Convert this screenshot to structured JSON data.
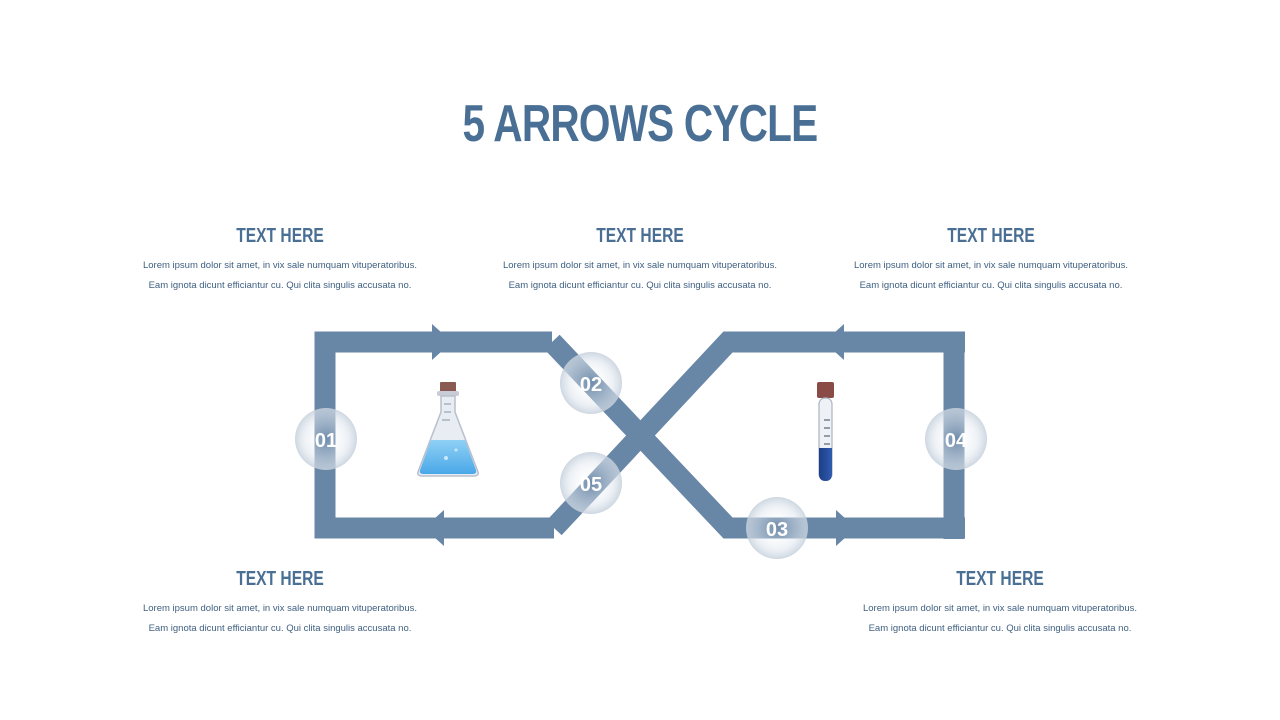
{
  "title": "5 ARROWS CYCLE",
  "colors": {
    "arrow": "#6886a6",
    "title": "#4a6f94",
    "text": "#3e5f80"
  },
  "blocks": [
    {
      "heading": "TEXT HERE",
      "line1": "Lorem ipsum dolor sit amet, in vix sale numquam vituperatoribus.",
      "line2": "Eam ignota dicunt efficiantur cu. Qui clita singulis accusata no."
    },
    {
      "heading": "TEXT HERE",
      "line1": "Lorem ipsum dolor sit amet, in vix sale numquam vituperatoribus.",
      "line2": "Eam ignota dicunt efficiantur cu. Qui clita singulis accusata no."
    },
    {
      "heading": "TEXT HERE",
      "line1": "Lorem ipsum dolor sit amet, in vix sale numquam vituperatoribus.",
      "line2": "Eam ignota dicunt efficiantur cu. Qui clita singulis accusata no."
    },
    {
      "heading": "TEXT HERE",
      "line1": "Lorem ipsum dolor sit amet, in vix sale numquam vituperatoribus.",
      "line2": "Eam ignota dicunt efficiantur cu. Qui clita singulis accusata no."
    },
    {
      "heading": "TEXT HERE",
      "line1": "Lorem ipsum dolor sit amet, in vix sale numquam vituperatoribus.",
      "line2": "Eam ignota dicunt efficiantur cu. Qui clita singulis accusata no."
    }
  ],
  "steps": [
    "01",
    "02",
    "03",
    "04",
    "05"
  ],
  "icons": [
    "flask-icon",
    "test-tube-icon"
  ]
}
